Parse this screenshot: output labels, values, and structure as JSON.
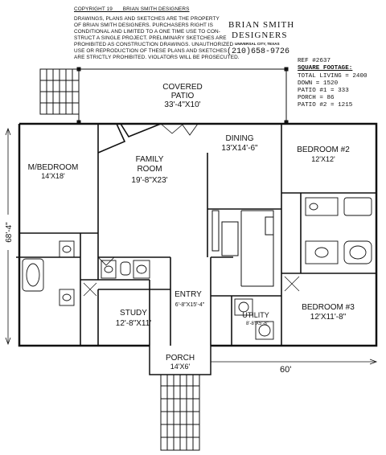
{
  "header": {
    "copyright": "COPYRIGHT 19___ BRIAN SMITH DESIGNERS",
    "notice_lines": [
      "DRAWINGS, PLANS AND SKETCHES ARE THE PROPERTY",
      "OF BRIAN SMITH DESIGNERS.  PURCHASERS RIGHT IS",
      "CONDITIONAL AND LIMITED TO A ONE TIME USE TO CON-",
      "STRUCT A SINGLE PROJECT.  PRELIMINARY SKETCHES ARE",
      "PROHIBITED AS CONSTRUCTION DRAWINGS.  UNAUTHORIZED",
      "USE OR REPRODUCTION OF THESE PLANS AND SKETCHES",
      "ARE STRICTLY PROHIBITED.  VIOLATORS WILL BE PROSECUTED."
    ],
    "brand_line1": "BRIAN SMITH",
    "brand_line2": "DESIGNERS",
    "brand_city": "UNIVERSAL CITY, TEXAS",
    "phone": "(210)658-9726"
  },
  "summary": {
    "ref": "REF #2637",
    "title": "SQUARE FOOTAGE:",
    "lines": [
      "TOTAL LIVING = 2400",
      "DOWN = 1520",
      "PATIO #1 = 333",
      "PORCH = 86",
      "PATIO #2 = 1215"
    ]
  },
  "rooms": [
    {
      "name": "COVERED",
      "name2": "PATIO",
      "dim": "33'-4\"X10'"
    },
    {
      "name": "M/BEDROOM",
      "dim": "14'X18'"
    },
    {
      "name": "FAMILY",
      "name2": "ROOM",
      "dim": "19'-8\"X23'"
    },
    {
      "name": "DINING",
      "dim": "13'X14'-6\""
    },
    {
      "name": "BEDROOM #2",
      "dim": "12'X12'"
    },
    {
      "name": "STUDY",
      "dim": "12'-8\"X11'"
    },
    {
      "name": "ENTRY",
      "dim": "6'-8\"X15'-4\""
    },
    {
      "name": "UTILITY",
      "dim": "8'-8\"X5'-8\""
    },
    {
      "name": "BEDROOM #3",
      "dim": "12'X11'-8\""
    },
    {
      "name": "PORCH",
      "dim": "14'X6'"
    }
  ],
  "overall": {
    "depth": "68'-4\"",
    "width": "60'"
  },
  "colors": {
    "ink": "#111111",
    "paper": "#ffffff"
  }
}
